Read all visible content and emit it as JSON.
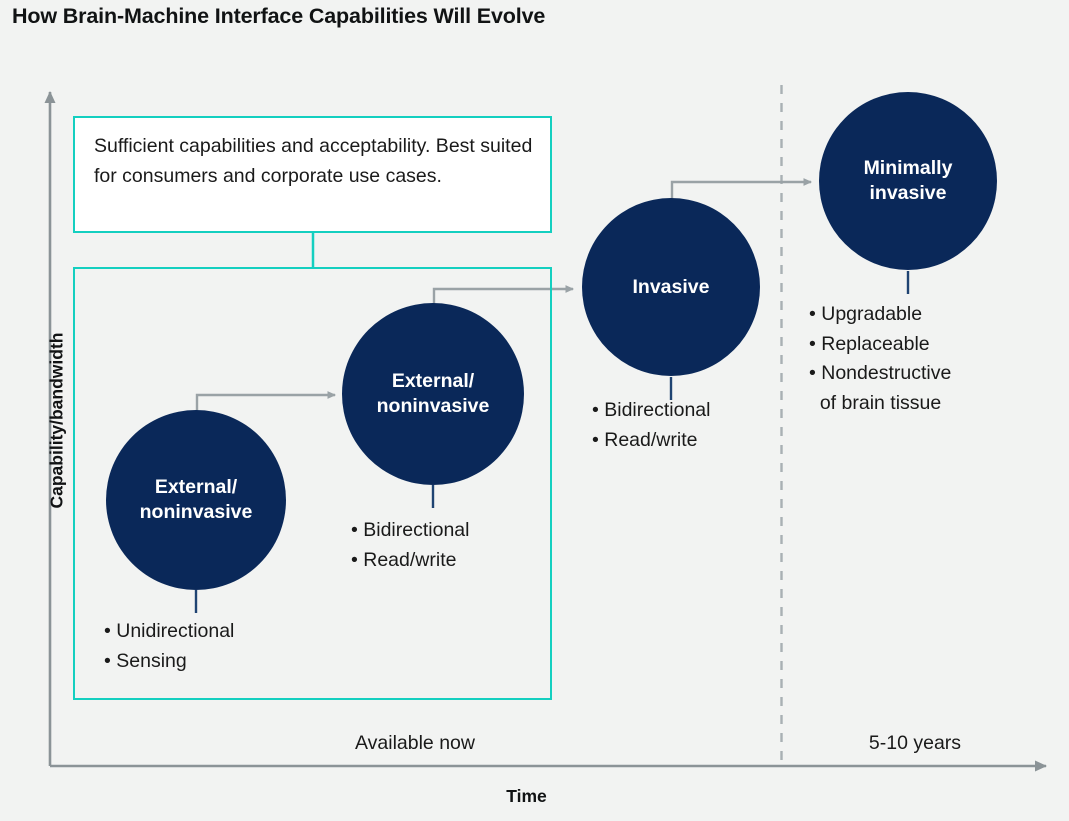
{
  "title": "How Brain-Machine Interface Capabilities Will Evolve",
  "axes": {
    "y_label": "Capability/bandwidth",
    "x_label": "Time"
  },
  "callout": {
    "text": "Sufficient capabilities and acceptability. Best suited for consumers and corporate use cases."
  },
  "periods": [
    {
      "label": "Available now"
    },
    {
      "label": "5-10 years"
    }
  ],
  "colors": {
    "navy": "#0a2859",
    "teal": "#14cfc0",
    "background": "#f2f3f2",
    "axis": "#8b9397",
    "text": "#1a1a1a"
  },
  "nodes": [
    {
      "label": "External/\nnoninvasive",
      "label_line1": "External/",
      "label_line2": "noninvasive",
      "bullets": [
        "• Unidirectional",
        "• Sensing"
      ]
    },
    {
      "label": "External/\nnoninvasive",
      "label_line1": "External/",
      "label_line2": "noninvasive",
      "bullets": [
        "• Bidirectional",
        "• Read/write"
      ]
    },
    {
      "label": "Invasive",
      "label_line1": "Invasive",
      "label_line2": "",
      "bullets": [
        "• Bidirectional",
        "• Read/write"
      ]
    },
    {
      "label": "Minimally\ninvasive",
      "label_line1": "Minimally",
      "label_line2": "invasive",
      "bullets": [
        "• Upgradable",
        "• Replaceable",
        "• Nondestructive",
        "  of brain tissue"
      ]
    }
  ]
}
